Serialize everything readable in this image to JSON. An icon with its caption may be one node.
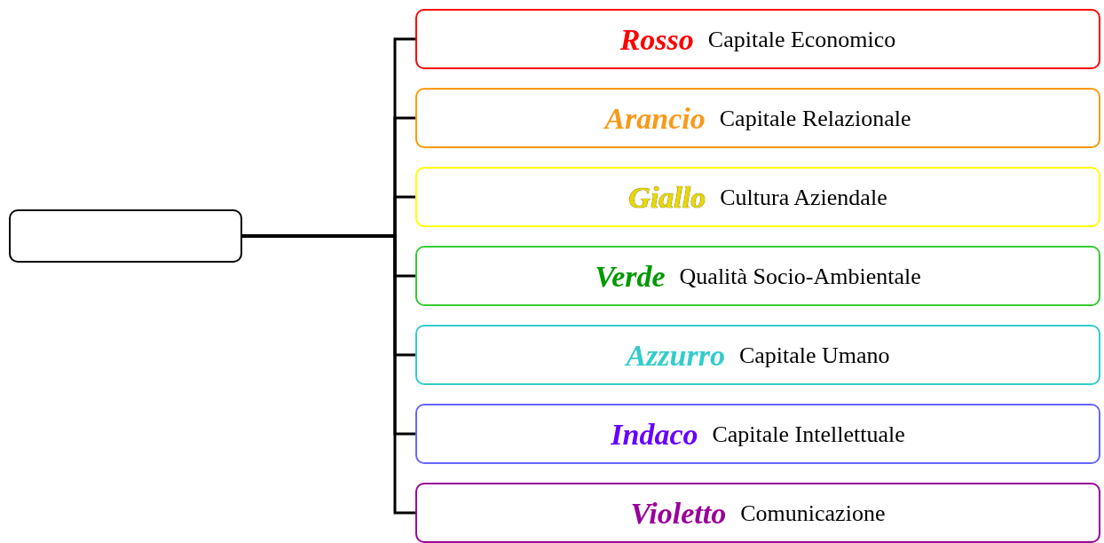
{
  "diagram": {
    "nodes": [
      {
        "text": [],
        "shape": "box"
      },
      {
        "text": [
          "Rosso",
          "Capitale Economico"
        ]
      },
      {
        "text": [
          "Arancio",
          "Capitale Relazionale"
        ]
      },
      {
        "text": [
          "Giallo",
          "Cultura Aziendale"
        ]
      },
      {
        "text": [
          "Verde",
          "Qualità Socio-Ambientale"
        ]
      },
      {
        "text": [
          "Azzurro",
          "Capitale Umano"
        ]
      },
      {
        "text": [
          "Indaco",
          "Capitale Intellettuale"
        ]
      },
      {
        "text": [
          "Violetto",
          "Comunicazione"
        ]
      }
    ],
    "edges": [
      {
        "from": 0,
        "to": 1,
        "arrow": "none"
      },
      {
        "from": 0,
        "to": 2,
        "arrow": "none"
      },
      {
        "from": 0,
        "to": 3,
        "arrow": "none"
      },
      {
        "from": 0,
        "to": 4,
        "arrow": "none"
      },
      {
        "from": 0,
        "to": 5,
        "arrow": "none"
      },
      {
        "from": 0,
        "to": 6,
        "arrow": "none"
      },
      {
        "from": 0,
        "to": 7,
        "arrow": "none"
      }
    ]
  }
}
